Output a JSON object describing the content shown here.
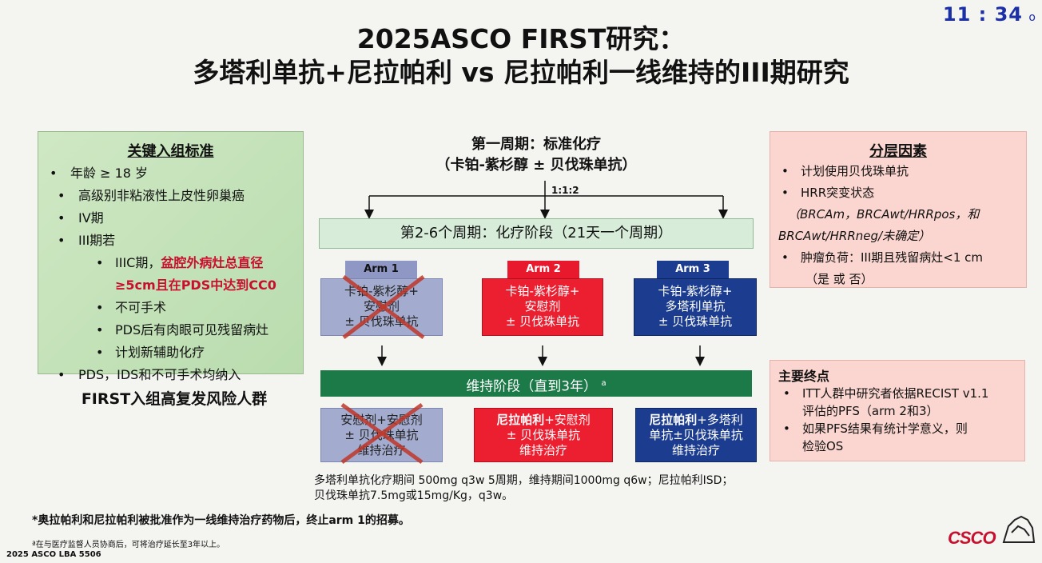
{
  "clock": "11 : 34",
  "title": {
    "line1": "2025ASCO FIRST研究：",
    "line2": "多塔利单抗+尼拉帕利 vs 尼拉帕利一线维持的III期研究"
  },
  "criteria": {
    "heading": "关键入组标准",
    "items": [
      "年龄 ≥ 18 岁",
      "高级别非粘液性上皮性卵巢癌",
      "IV期",
      "III期若",
      "PDS，IDS和不可手术均纳入"
    ],
    "sub_items": {
      "iiic_prefix": "IIIC期，",
      "iiic_red": "盆腔外病灶总直径",
      "iiic_line2": "≥5cm且在PDS中达到CC0",
      "not_operable": "不可手术",
      "residual": "PDS后有肉眼可见残留病灶",
      "neoadjuvant": "计划新辅助化疗"
    },
    "footer": "FIRST入组高复发风险人群"
  },
  "flow": {
    "cycle1_line1": "第一周期：标准化疗",
    "cycle1_line2": "（卡铂-紫杉醇 ± 贝伐珠单抗）",
    "ratio": "1:1:2",
    "phase": "第2-6个周期：化疗阶段（21天一个周期）",
    "arms": [
      {
        "tab": "Arm 1",
        "lines": [
          "卡铂-紫杉醇+",
          "安慰剂",
          "± 贝伐珠单抗"
        ]
      },
      {
        "tab": "Arm 2",
        "lines": [
          "卡铂-紫杉醇+",
          "安慰剂",
          "± 贝伐珠单抗"
        ]
      },
      {
        "tab": "Arm 3",
        "lines": [
          "卡铂-紫杉醇+",
          "多塔利单抗",
          "± 贝伐珠单抗"
        ]
      }
    ],
    "maintenance": "维持阶段（直到3年）",
    "maintenance_sup": "a",
    "maint_arms": [
      {
        "lines": [
          "安慰剂+安慰剂",
          "± 贝伐珠单抗",
          "维持治疗"
        ]
      },
      {
        "bold": "尼拉帕利",
        "rest": "+安慰剂",
        "lines": [
          "± 贝伐珠单抗",
          "维持治疗"
        ]
      },
      {
        "bold": "尼拉帕利",
        "rest": "+多塔利",
        "lines": [
          "单抗±贝伐珠单抗",
          "维持治疗"
        ]
      }
    ],
    "dosing_line1": "多塔利单抗化疗期间 500mg q3w 5周期，维持期间1000mg q6w；尼拉帕利ISD；",
    "dosing_line2": "贝伐珠单抗7.5mg或15mg/Kg，q3w。"
  },
  "strat": {
    "heading": "分层因素",
    "item1": "计划使用贝伐珠单抗",
    "item2": "HRR突变状态",
    "item2_detail1": "（BRCAm，BRCAwt/HRRpos，和",
    "item2_detail2": "BRCAwt/HRRneg/未确定）",
    "item3": "肿瘤负荷：III期且残留病灶<1 cm",
    "item3_detail": "（是 或 否）"
  },
  "endpoints": {
    "heading": "主要终点",
    "item1_line1": "ITT人群中研究者依据RECIST v1.1",
    "item1_line2": "评估的PFS（arm 2和3）",
    "item2_line1": "如果PFS结果有统计学意义，则",
    "item2_line2": "检验OS"
  },
  "footnotes": {
    "star": "*奥拉帕利和尼拉帕利被批准作为一线维持治疗药物后，终止arm 1的招募。",
    "small": "ª在与医疗监督人员协商后，可将治疗延长至3年以上。",
    "source": "2025  ASCO LBA 5506"
  },
  "logo": "CSCO",
  "colors": {
    "green_panel": "#c6e3bb",
    "pink_panel": "#fbd5cf",
    "maint_green": "#1b7a48",
    "arm1_blue": "#9aa3c8",
    "arm2_red": "#e8192c",
    "arm3_navy": "#1c3d8f",
    "accent_red": "#c8102e",
    "clock_blue": "#1a2fa8"
  }
}
